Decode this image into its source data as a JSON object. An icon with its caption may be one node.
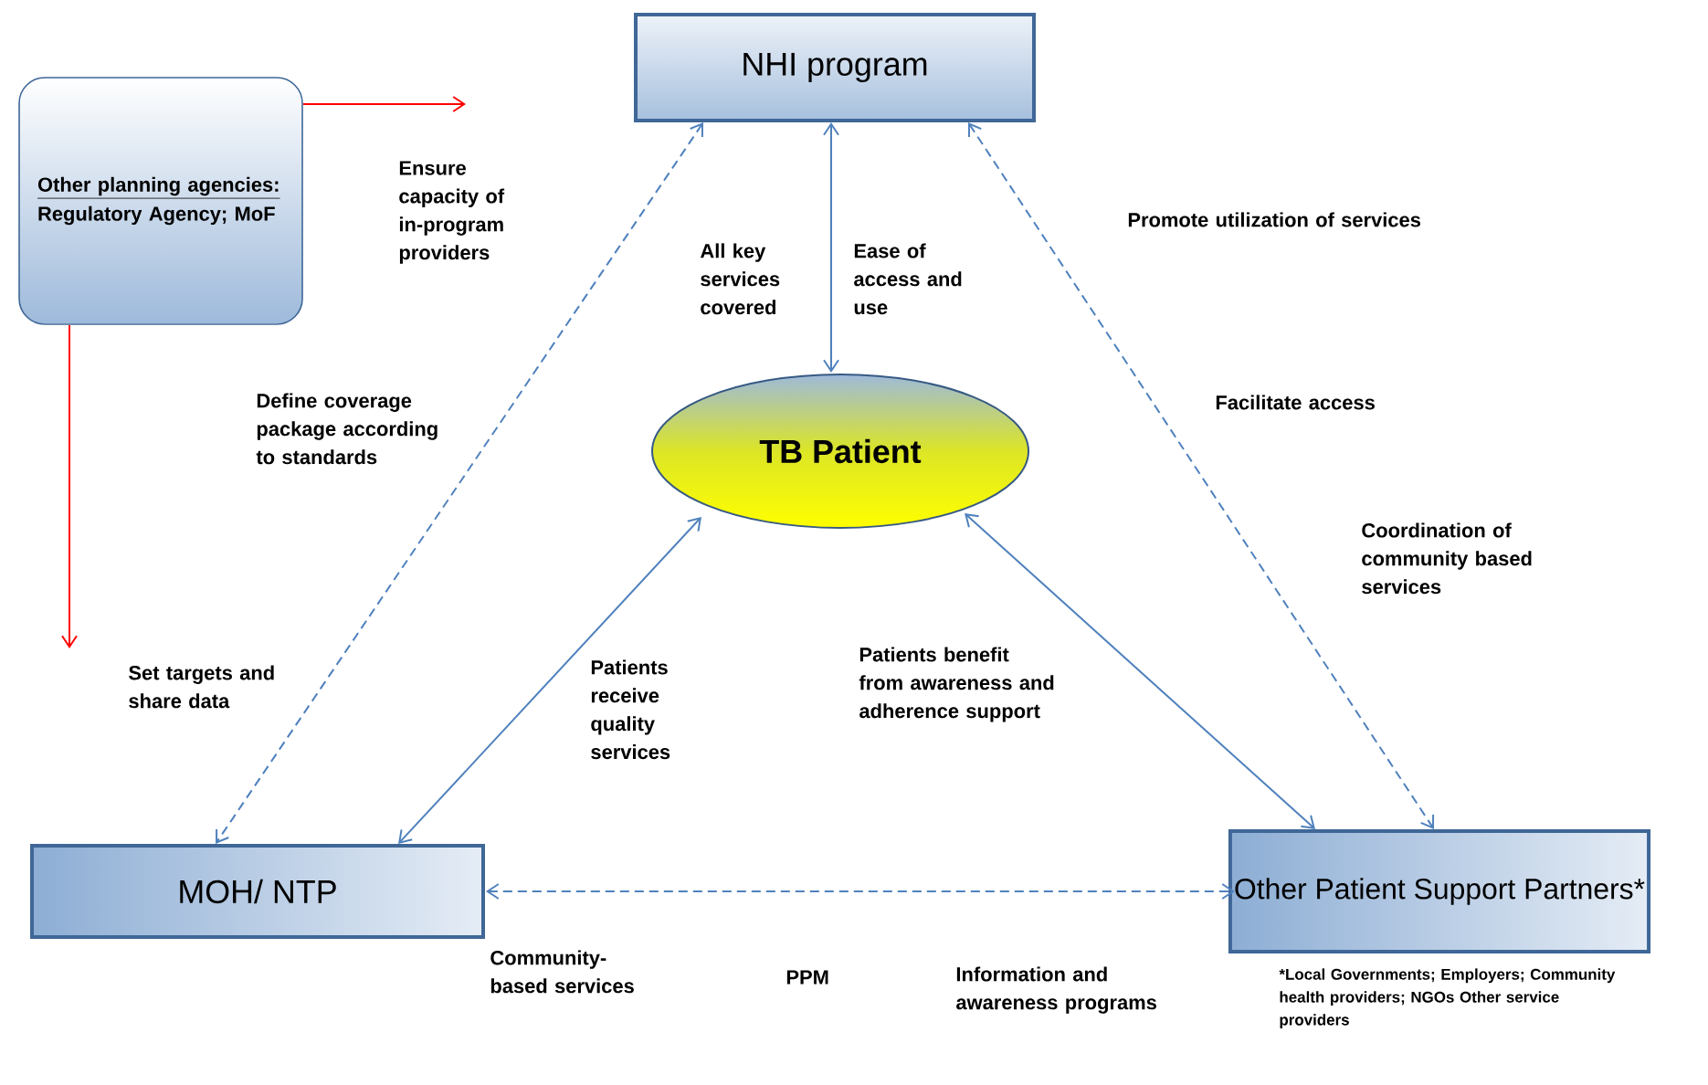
{
  "diagram": {
    "nodes": [
      {
        "text": [
          "Other planning agencies:",
          "Regulatory Agency; MoF"
        ]
      },
      {
        "text": [
          "NHI program"
        ]
      },
      {
        "text": [
          "TB Patient"
        ]
      },
      {
        "text": [
          "MOH/ NTP"
        ]
      },
      {
        "text": [
          "Other Patient Support Partners*"
        ],
        "beside": [
          "*Local Governments; Employers; Community health providers; NGOs Other service providers"
        ]
      }
    ],
    "edges": [
      {
        "from": 0,
        "to": null,
        "arrow": "to",
        "color": "#ff0000"
      },
      {
        "from": 0,
        "to": null,
        "arrow": "to",
        "color": "#ff0000"
      },
      {
        "from": 1,
        "to": 3,
        "arrow": "both",
        "style": "dashed"
      },
      {
        "from": 1,
        "to": 2,
        "arrow": "both"
      },
      {
        "from": 1,
        "to": 4,
        "arrow": "both",
        "style": "dashed"
      },
      {
        "from": 2,
        "to": 3,
        "arrow": "both"
      },
      {
        "from": 2,
        "to": 4,
        "arrow": "both"
      },
      {
        "from": 3,
        "to": 4,
        "arrow": "both",
        "style": "dashed"
      }
    ],
    "labels": [
      "Ensure capacity of in-program providers",
      "All key services covered",
      "Ease of access and use",
      "Promote utilization of services",
      "Define coverage package according to standards",
      "Facilitate access",
      "Coordination of community based services",
      "Set targets and share data",
      "Patients receive quality services",
      "Patients benefit from awareness and adherence support",
      "Community-based services",
      "PPM",
      "Information and awareness programs"
    ]
  }
}
